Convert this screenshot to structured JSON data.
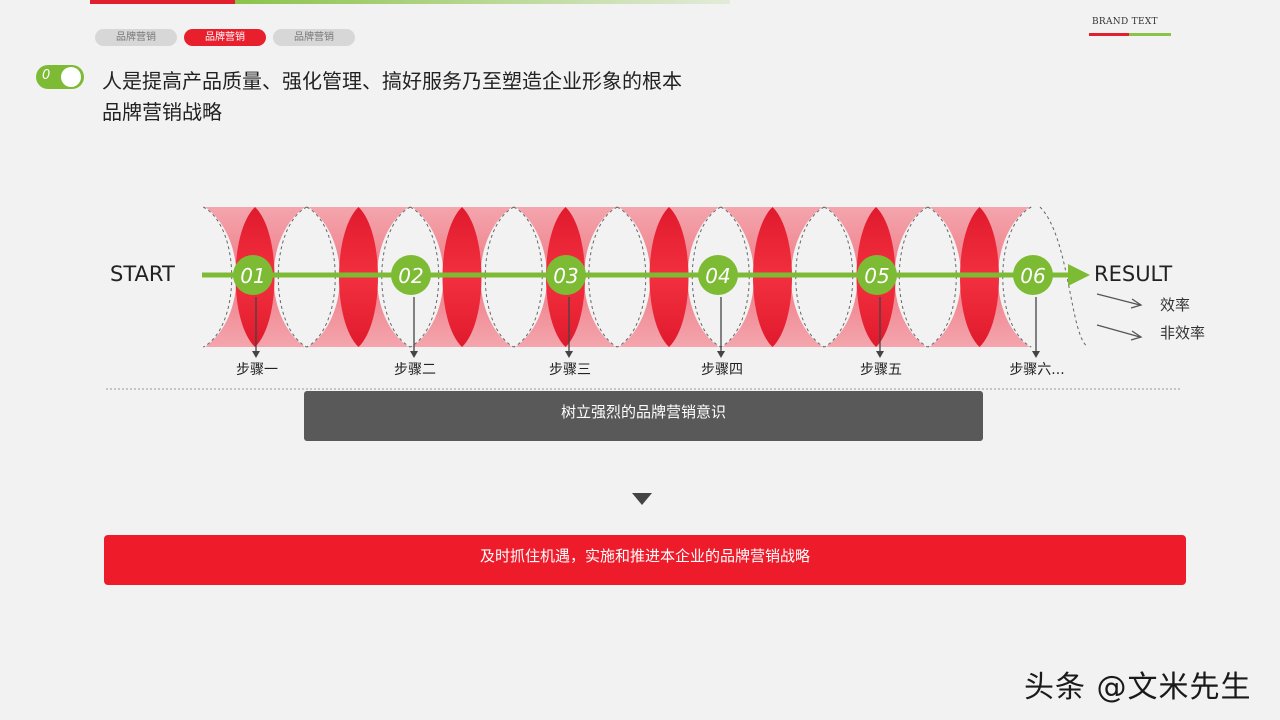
{
  "tabs": [
    "品牌营销",
    "品牌营销",
    "品牌营销"
  ],
  "brand": {
    "text": "BRAND TEXT"
  },
  "toggle": {
    "label": "0"
  },
  "heading": {
    "line1": "人是提高产品质量、强化管理、搞好服务乃至塑造企业形象的根本",
    "line2": "品牌营销战略"
  },
  "process": {
    "start_label": "START",
    "result_label": "RESULT",
    "result_items": [
      "效率",
      "非效率"
    ],
    "steps": [
      {
        "num": "01",
        "label": "步骤一"
      },
      {
        "num": "02",
        "label": "步骤二"
      },
      {
        "num": "03",
        "label": "步骤三"
      },
      {
        "num": "04",
        "label": "步骤四"
      },
      {
        "num": "05",
        "label": "步骤五"
      },
      {
        "num": "06",
        "label": "步骤六..."
      }
    ]
  },
  "bars": {
    "dark": "树立强烈的品牌营销意识",
    "red": "及时抓住机遇，实施和推进本企业的品牌营销战略"
  },
  "watermark": "头条 @文米先生",
  "colors": {
    "red": "#ee1b2b",
    "green": "#7dbb35",
    "dark": "#595959"
  }
}
